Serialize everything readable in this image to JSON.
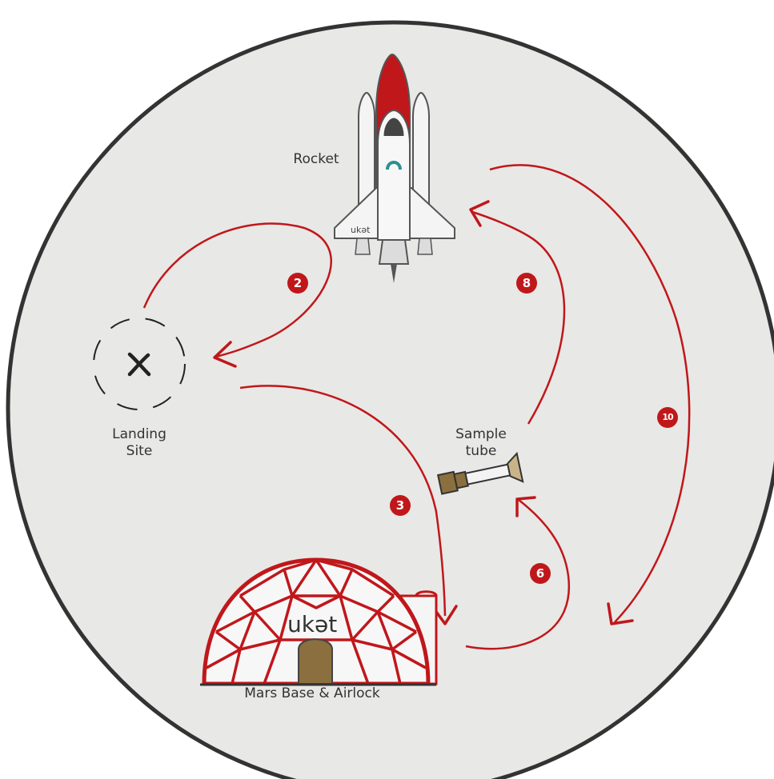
{
  "labels": {
    "rocket": "Rocket",
    "landing_site": "Landing\nSite",
    "sample_tube": "Sample\ntube",
    "mars_base": "Mars Base & Airlock"
  },
  "steps": [
    "2",
    "3",
    "6",
    "8",
    "10"
  ],
  "brand": {
    "rocket_text": "ukət",
    "dome_text": "ukət"
  },
  "colors": {
    "accent": "#c0171b",
    "arrow": "#c0171b",
    "planet": "#e8e8e6",
    "outline": "#333333",
    "tube": "#8b6f3e"
  },
  "icons": {
    "landing_marker": "x-mark-icon",
    "rocket": "space-shuttle-icon",
    "tube": "sample-tube-icon",
    "base": "geodesic-dome-icon"
  }
}
